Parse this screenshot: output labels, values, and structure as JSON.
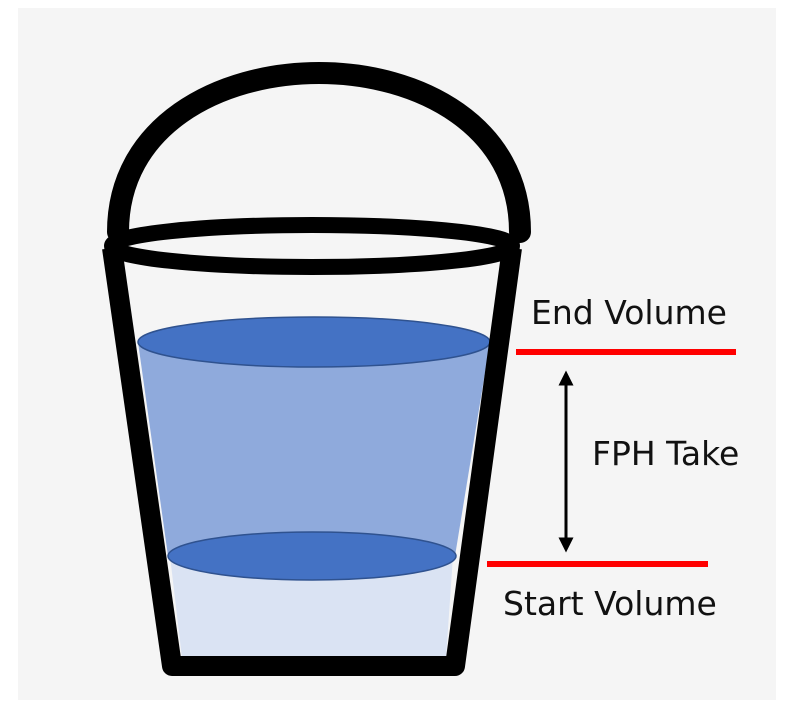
{
  "labels": {
    "end_volume": "End Volume",
    "fph_take": "FPH Take",
    "start_volume": "Start Volume"
  },
  "colors": {
    "background_panel": "#f5f5f5",
    "bucket_outline": "#000000",
    "water_main": "#8faadc",
    "water_surface": "#4472c4",
    "water_surface_edge": "#2f528f",
    "water_base": "#dae3f3",
    "marker_line": "#ff0000",
    "arrow": "#000000"
  }
}
